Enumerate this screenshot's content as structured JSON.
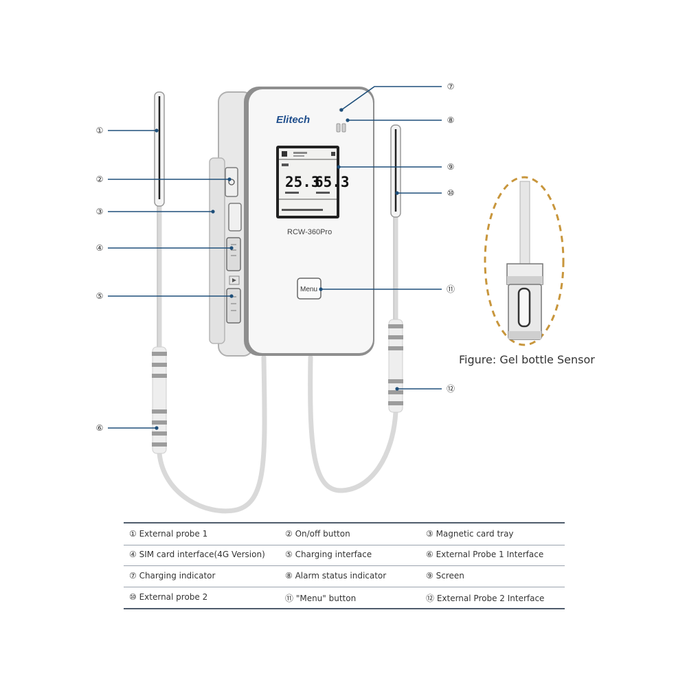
{
  "device": {
    "brand": "Elitech",
    "model": "RCW-360Pro",
    "menu_label": "Menu",
    "reading_1": "25.3",
    "reading_2": "65.3"
  },
  "callouts": [
    "①",
    "②",
    "③",
    "④",
    "⑤",
    "⑥",
    "⑦",
    "⑧",
    "⑨",
    "⑩",
    "⑪",
    "⑫"
  ],
  "figure_caption": "Figure: Gel bottle Sensor",
  "legend": {
    "rows": [
      [
        "① External probe 1",
        "② On/off button",
        "③ Magnetic card tray"
      ],
      [
        "④ SIM card interface(4G Version)",
        "⑤ Charging interface",
        "⑥ External Probe 1 Interface"
      ],
      [
        "⑦ Charging indicator",
        "⑧ Alarm status indicator",
        "⑨ Screen"
      ],
      [
        "⑩ External probe 2",
        "⑪ \"Menu\" button",
        "⑫ External Probe 2 Interface"
      ]
    ]
  },
  "colors": {
    "leader_line": "#1e4f7a",
    "dashed_ellipse": "#c8963c",
    "brand": "#1f4e8c",
    "device_border": "#8e8e8e"
  }
}
